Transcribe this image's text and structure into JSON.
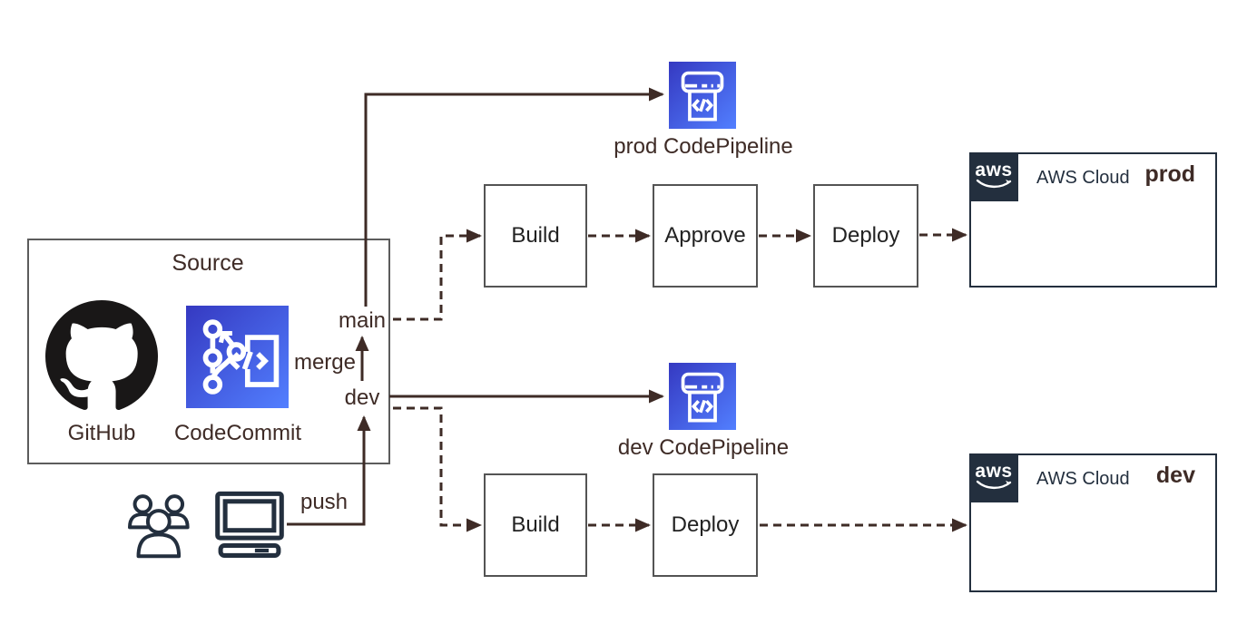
{
  "diagram": {
    "source_group": {
      "title": "Source",
      "items": [
        {
          "label": "GitHub"
        },
        {
          "label": "CodeCommit"
        }
      ]
    },
    "flow_labels": {
      "main": "main",
      "merge": "merge",
      "dev": "dev",
      "push": "push"
    },
    "pipelines": {
      "prod": {
        "icon_label": "prod CodePipeline",
        "stages": [
          "Build",
          "Approve",
          "Deploy"
        ],
        "cloud": {
          "logo": "aws",
          "label": "AWS Cloud",
          "env": "prod"
        }
      },
      "dev": {
        "icon_label": "dev CodePipeline",
        "stages": [
          "Build",
          "Deploy"
        ],
        "cloud": {
          "logo": "aws",
          "label": "AWS Cloud",
          "env": "dev"
        }
      }
    },
    "colors": {
      "connector": "#3E2B26",
      "stage_border": "#545454",
      "navy": "#232F3E",
      "icon_gradient_start": "#3539C1",
      "icon_gradient_end": "#527FFF",
      "github_black": "#191717"
    }
  }
}
